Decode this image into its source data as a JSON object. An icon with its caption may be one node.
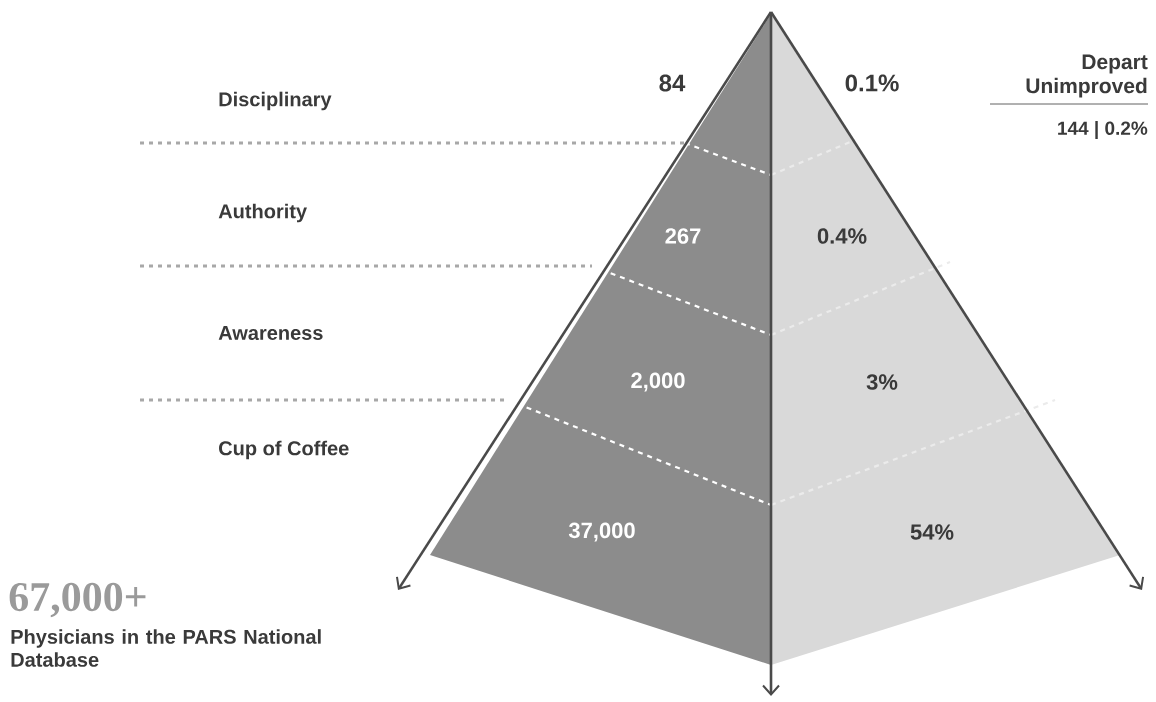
{
  "diagram": {
    "labels": [
      "Depart Unimproved",
      "84",
      "0.1%",
      "144 | 0.2%",
      "Disciplinary",
      "Authority",
      "267",
      "0.4%",
      "Awareness",
      "2,000",
      "3%",
      "Cup of Coffee",
      "37,000",
      "54%",
      "67,000+",
      "Physicians in the PARS National Database"
    ]
  }
}
